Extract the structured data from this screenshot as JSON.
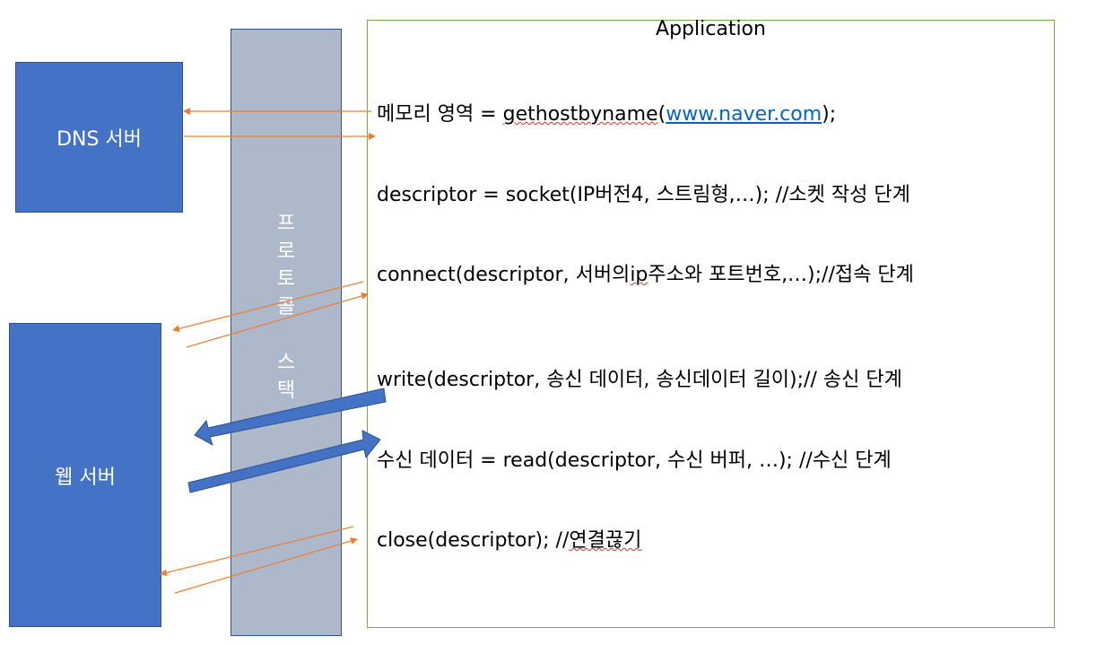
{
  "dns_server": "DNS 서버",
  "web_server": "웹 서버",
  "protocol_stack": "프\n로\n토\n콜\n\n스\n택",
  "application": "Application",
  "lines": {
    "l1_pre": "메모리 영역 = ",
    "l1_fn": "gethostbyname",
    "l1_open": "(",
    "l1_link": "www.naver.com",
    "l1_close": ");",
    "l2": "descriptor = socket(IP버전4, 스트림형,…); //소켓 작성 단계",
    "l3_pre": "connect(descriptor, 서버의",
    "l3_ip": "ip",
    "l3_post": "주소와 포트번호,…);//접속 단계",
    "l4": "write(descriptor, 송신 데이터, 송신데이터 길이);// 송신 단계",
    "l5": "수신 데이터 = read(descriptor, 수신 버퍼, …); //수신 단계",
    "l6_pre": "close(descriptor); //",
    "l6_comment": "연결끊기"
  },
  "colors": {
    "box_fill": "#4472c4",
    "stack_fill": "#adb9ca",
    "app_border": "#70ad47",
    "thin_arrow": "#ed7d31",
    "link": "#0563c1"
  }
}
